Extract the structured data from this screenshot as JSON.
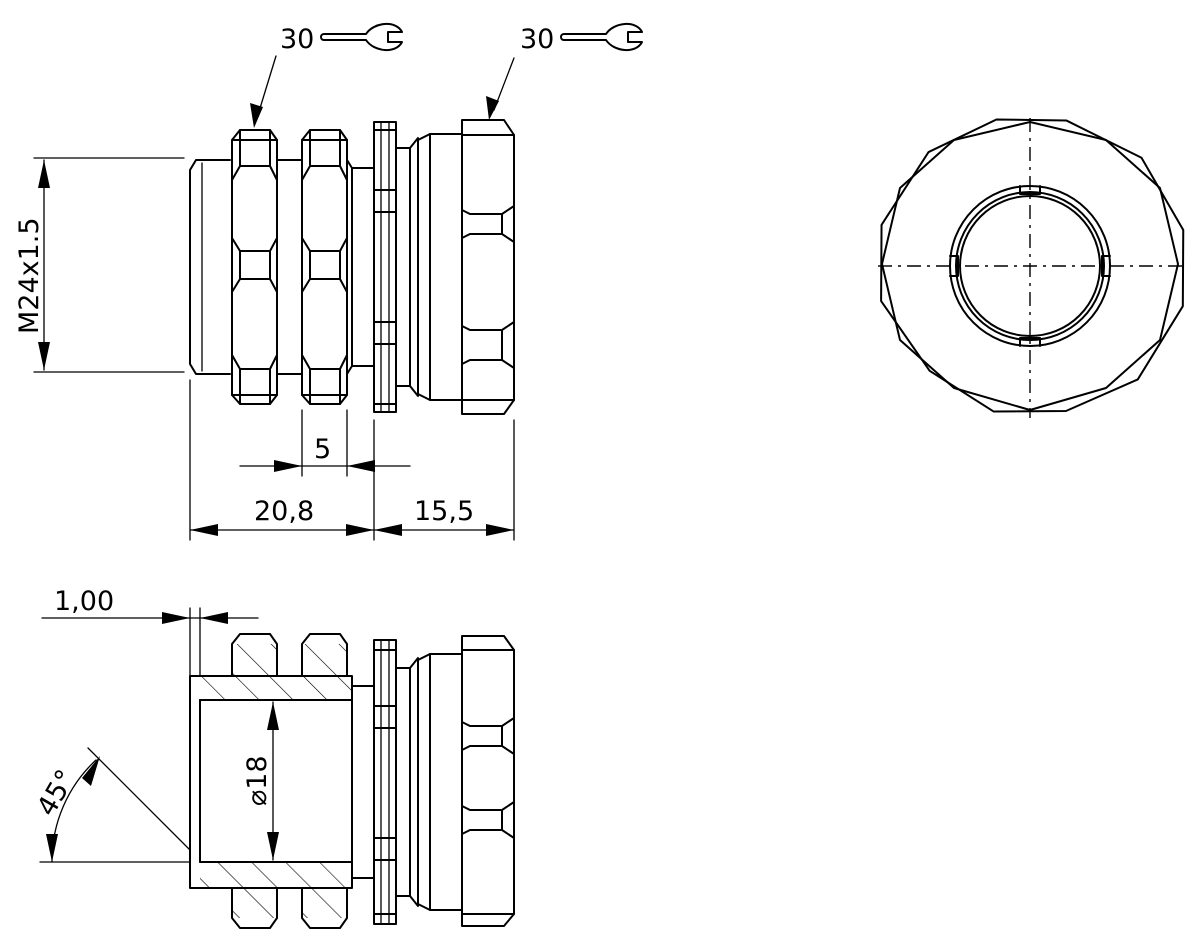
{
  "labels": {
    "wrench_1": "30",
    "wrench_2": "30",
    "thread": "M24x1.5",
    "dim_5": "5",
    "dim_20_8": "20,8",
    "dim_15_5": "15,5",
    "dim_1_00": "1,00",
    "diameter": "⌀18",
    "angle": "45°"
  }
}
